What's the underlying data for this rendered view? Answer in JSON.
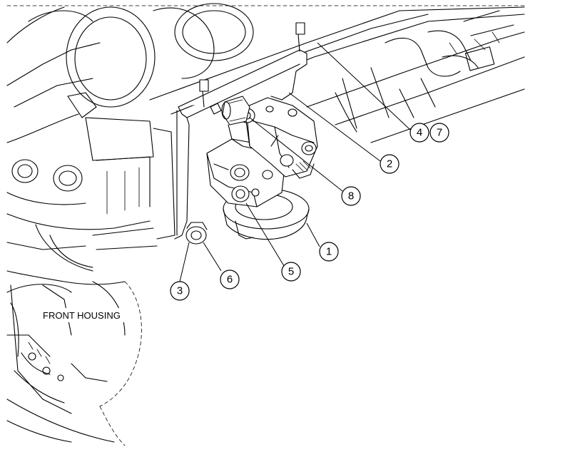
{
  "labels": {
    "front_housing": "FRONT HOUSING"
  },
  "callouts": [
    "1",
    "2",
    "3",
    "4",
    "5",
    "6",
    "7",
    "8"
  ]
}
